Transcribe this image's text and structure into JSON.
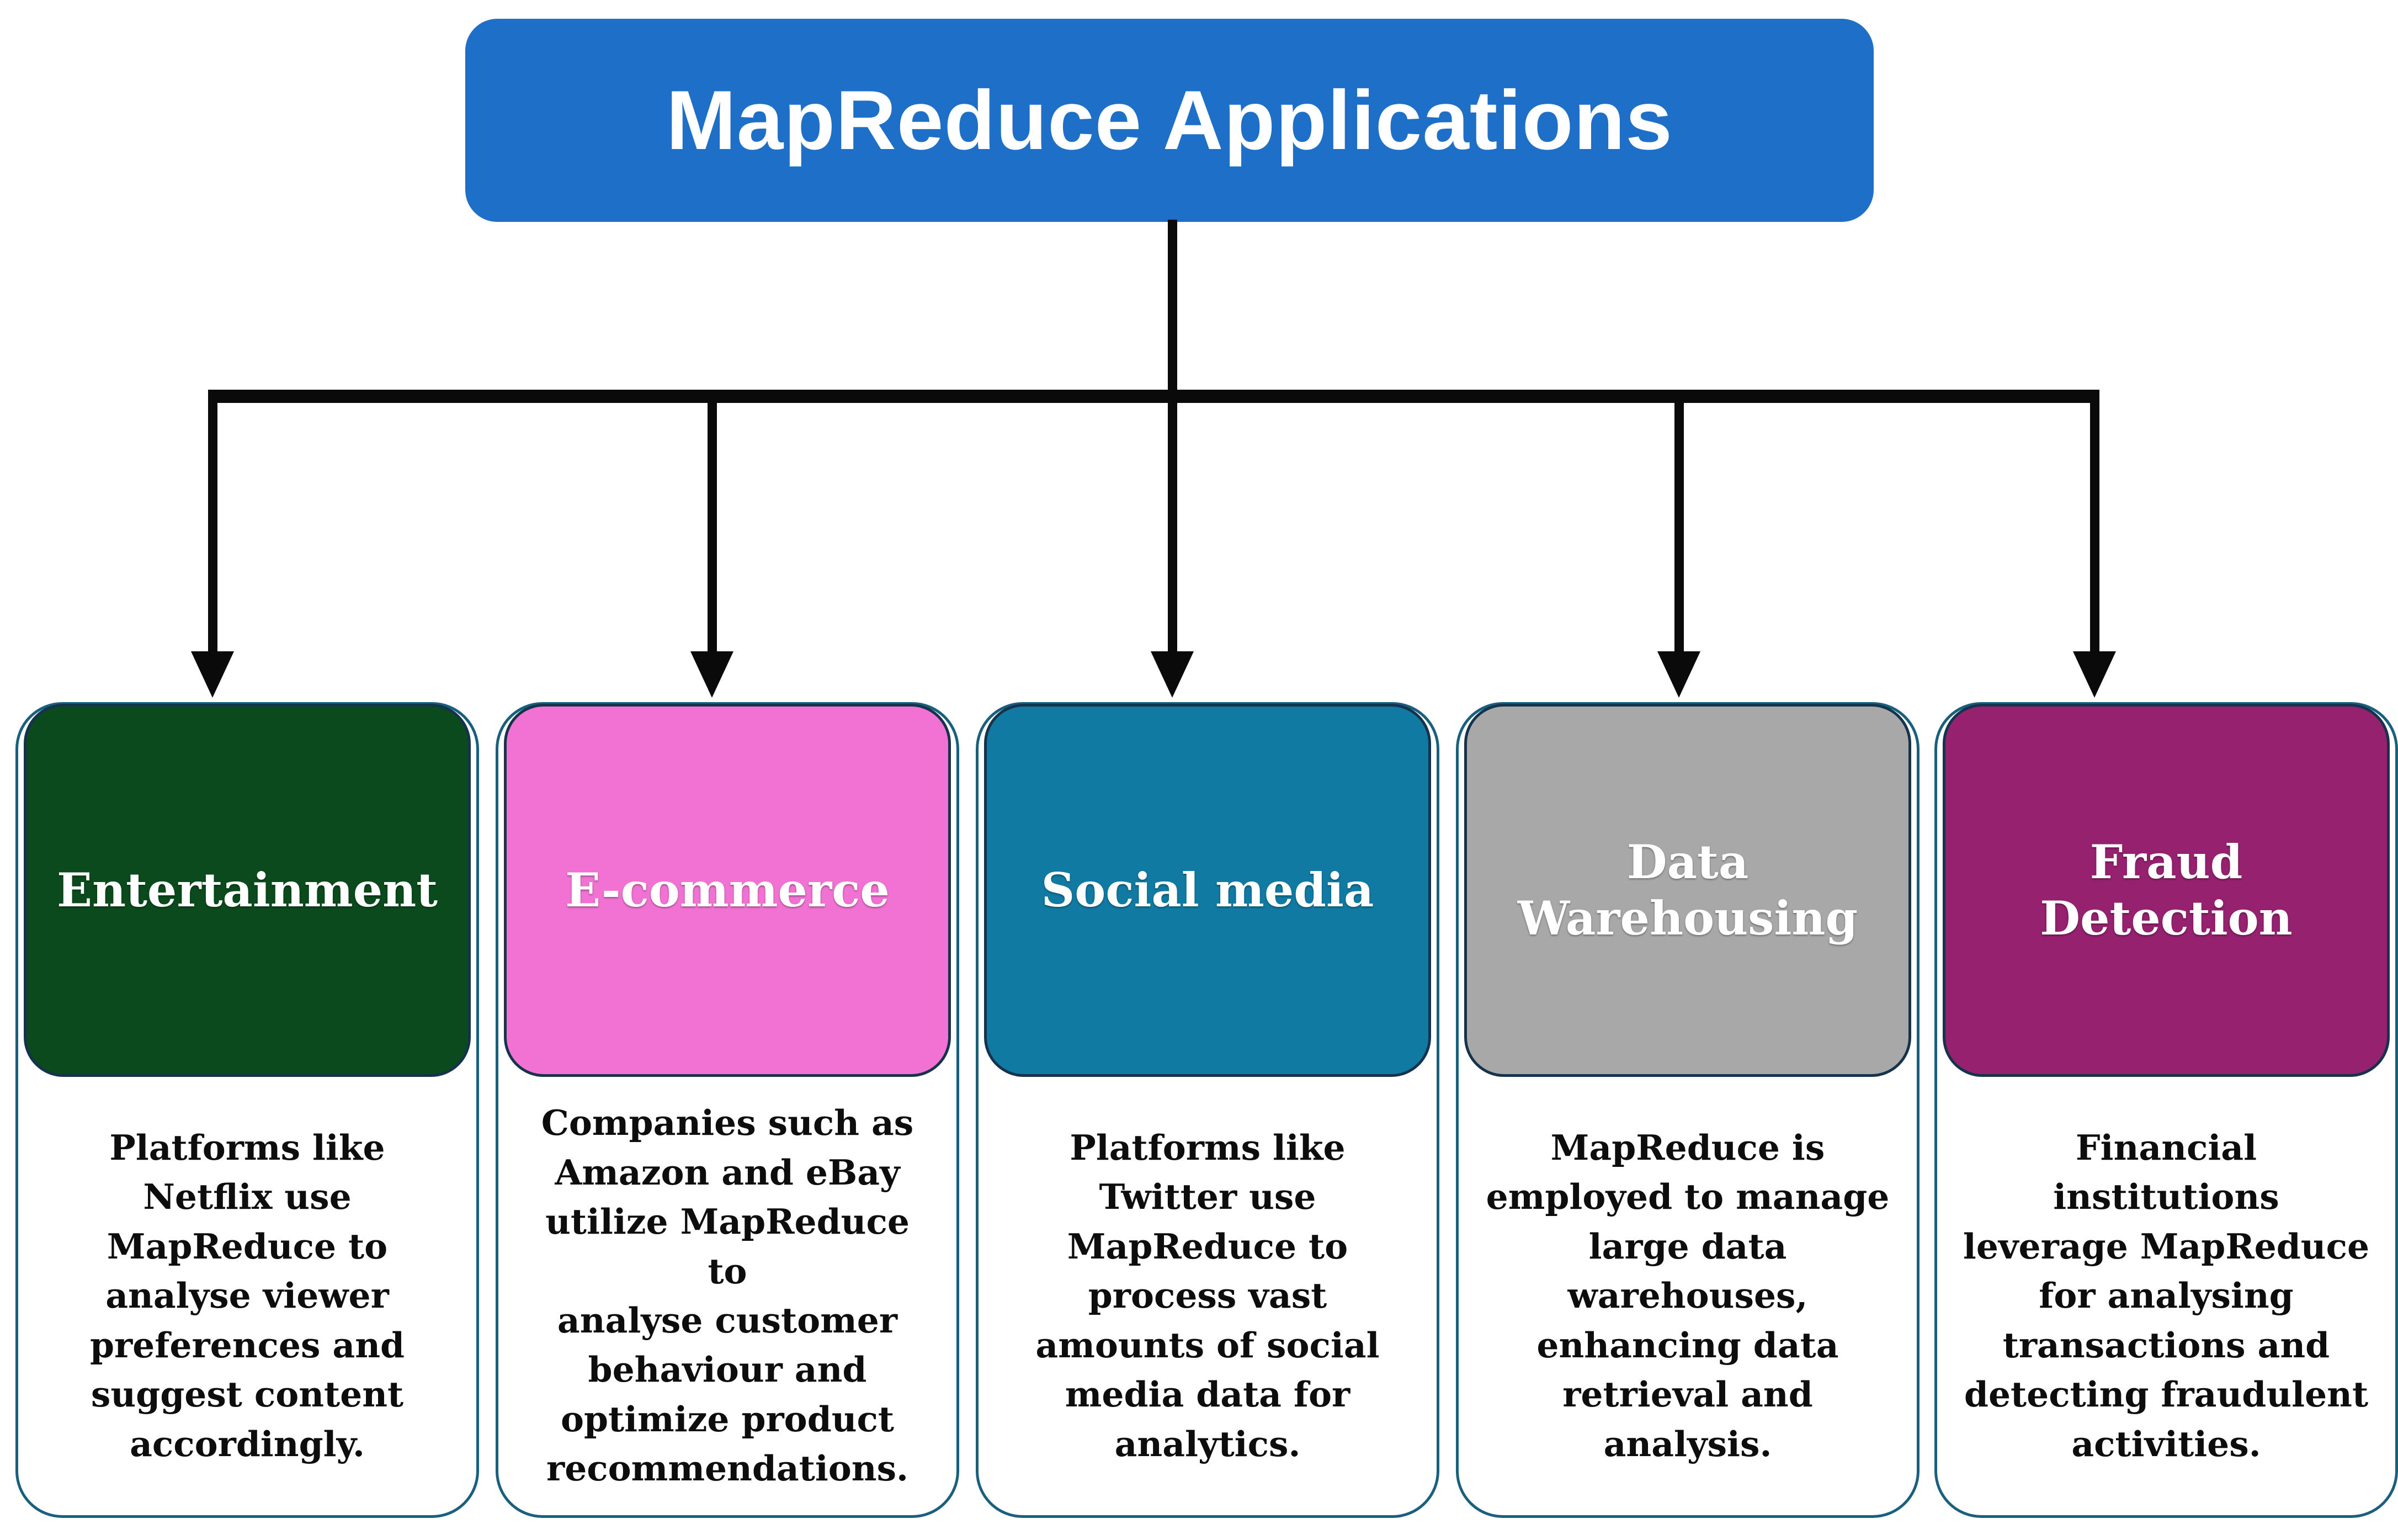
{
  "title": {
    "label": "MapReduce Applications"
  },
  "branches": [
    {
      "label": "Entertainment",
      "color": "#0b4a1c",
      "description": "Platforms like\nNetflix use\nMapReduce to\nanalyse viewer\npreferences and\nsuggest content\naccordingly."
    },
    {
      "label": "E-commerce",
      "color": "#f172d3",
      "description": "Companies such as\nAmazon and eBay\nutilize MapReduce to\nanalyse customer\nbehaviour and\noptimize product\nrecommendations."
    },
    {
      "label": "Social media",
      "color": "#107aa3",
      "description": "Platforms like\nTwitter use\nMapReduce to\nprocess vast\namounts of social\nmedia data for\nanalytics."
    },
    {
      "label": "Data\nWarehousing",
      "color": "#a8a8a9",
      "description": "MapReduce is\nemployed to manage\nlarge data\nwarehouses,\nenhancing data\nretrieval and analysis."
    },
    {
      "label": "Fraud Detection",
      "color": "#95216f",
      "description": "Financial institutions\nleverage MapReduce\nfor analysing\ntransactions and\ndetecting fraudulent\nactivities."
    }
  ],
  "colors": {
    "title_bg": "#1e6fc8",
    "title_text": "#ffffff",
    "connector": "#0a0a0a",
    "card_border": "#19607e",
    "header_border": "#16334d",
    "header_text": "#ffffff",
    "description_text": "#0d0d0d"
  }
}
